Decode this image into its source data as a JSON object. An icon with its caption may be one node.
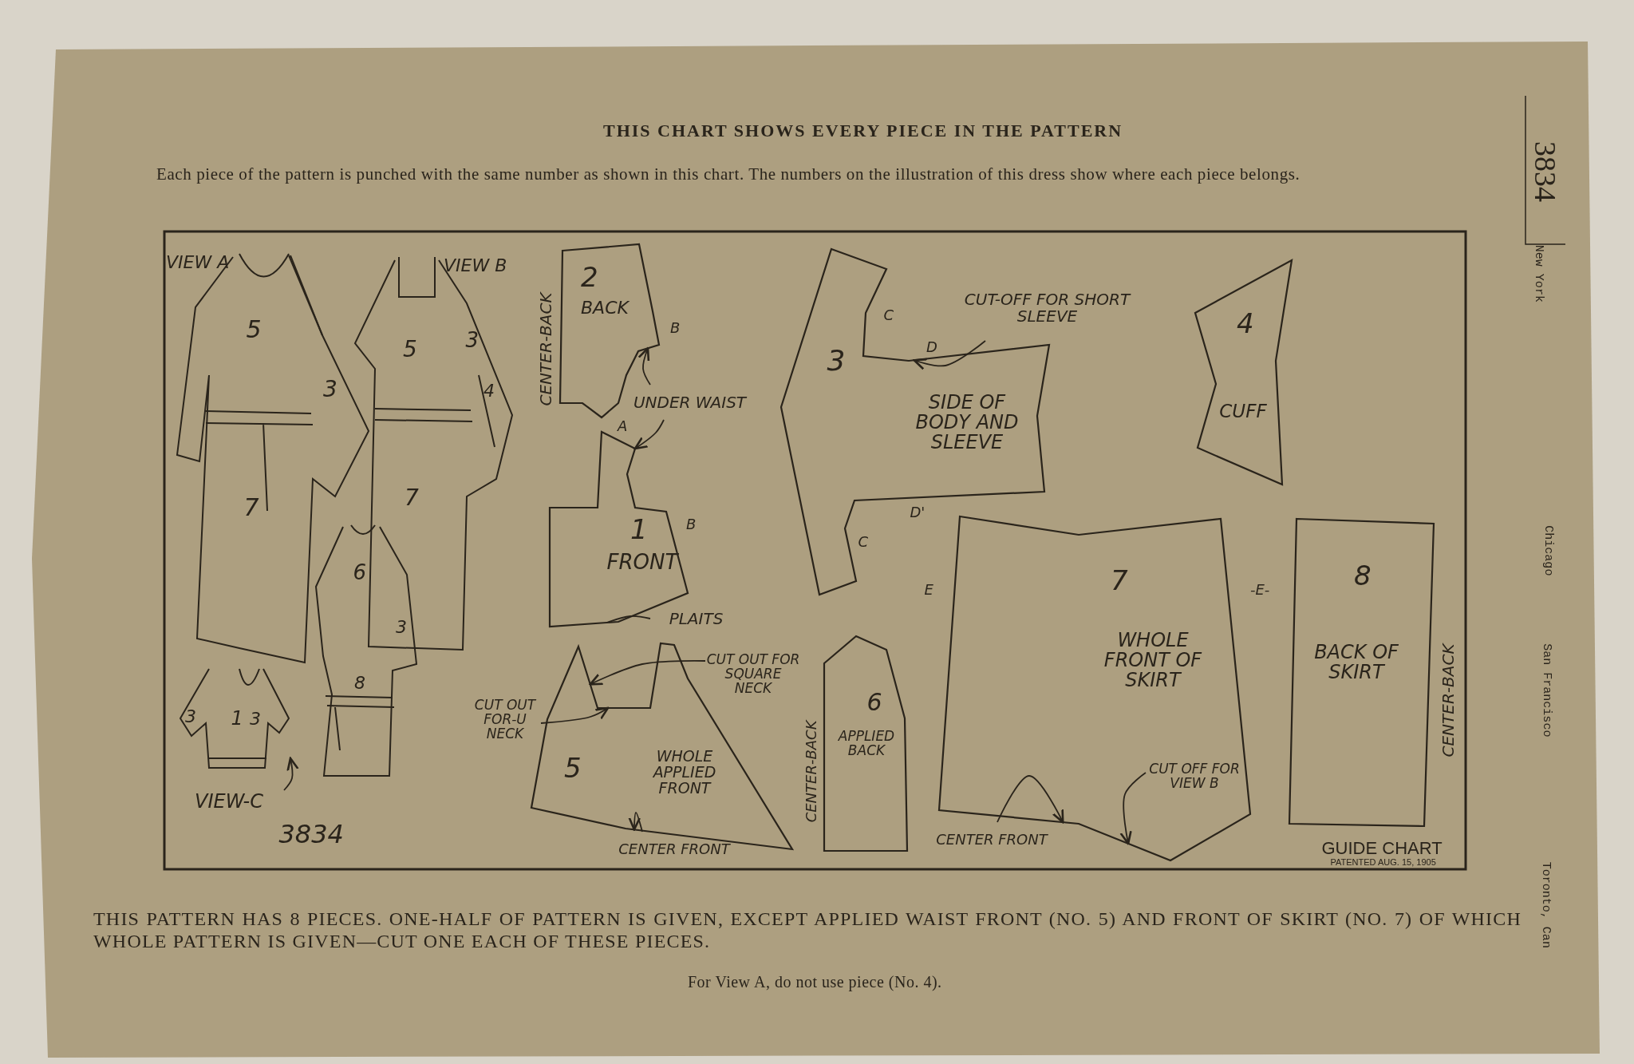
{
  "diagram": {
    "title": "THIS CHART SHOWS EVERY PIECE IN THE PATTERN",
    "nodes": [
      {
        "text": [
          "2",
          "BACK"
        ],
        "beside": [
          "CENTER-BACK"
        ]
      },
      {
        "text": [
          "UNDER WAIST"
        ]
      },
      {
        "text": [
          "1",
          "FRONT"
        ]
      },
      {
        "text": [
          "PLAITS"
        ]
      },
      {
        "text": [
          "3",
          "SIDE OF BODY AND SLEEVE"
        ]
      },
      {
        "text": [
          "CUT-OFF FOR SHORT SLEEVE"
        ]
      },
      {
        "text": [
          "4",
          "CUFF"
        ]
      },
      {
        "text": [
          "CUT OUT FOR SQUARE NECK"
        ]
      },
      {
        "text": [
          "CUT OUT FOR-U NECK"
        ]
      },
      {
        "text": [
          "5",
          "WHOLE APPLIED FRONT"
        ]
      },
      {
        "text": [
          "CENTER FRONT"
        ]
      },
      {
        "text": [
          "6",
          "APPLIED BACK"
        ],
        "beside": [
          "CENTER-BACK"
        ]
      },
      {
        "text": [
          "7",
          "WHOLE FRONT OF SKIRT"
        ]
      },
      {
        "text": [
          "CUT OFF FOR VIEW B"
        ],
        "in": 12
      },
      {
        "text": [
          "CENTER FRONT"
        ]
      },
      {
        "text": [
          "8",
          "BACK OF SKIRT"
        ],
        "beside": [
          "CENTER-BACK"
        ]
      },
      {
        "text": [
          "VIEW-C"
        ]
      },
      {
        "text": [],
        "shape": "picture"
      }
    ],
    "edges": [
      {
        "from": 1,
        "to": 0,
        "arrow": "to"
      },
      {
        "from": 1,
        "to": 2,
        "arrow": "to"
      },
      {
        "from": 3,
        "to": 2,
        "arrow": "none"
      },
      {
        "from": 5,
        "to": 4,
        "arrow": "to"
      },
      {
        "from": 7,
        "to": 9,
        "arrow": "to"
      },
      {
        "from": 8,
        "to": 9,
        "arrow": "to"
      },
      {
        "from": 10,
        "to": 9,
        "arrow": "to"
      },
      {
        "from": 13,
        "to": 12,
        "arrow": "to"
      },
      {
        "from": 14,
        "to": 12,
        "arrow": "to"
      },
      {
        "from": 16,
        "to": 17,
        "arrow": "to"
      }
    ],
    "labels": [
      "Each piece of the pattern is punched with the same number as shown in this chart. The numbers on the illustration of this dress show where each piece belongs.",
      "3834",
      "New York",
      "Chicago",
      "San Francisco",
      "Toronto, Can",
      "VIEW A",
      "VIEW B",
      "5",
      "5",
      "3",
      "3",
      "4",
      "7",
      "7",
      "6",
      "3",
      "8",
      "3",
      "1",
      "3",
      "3834",
      "B",
      "A",
      "B",
      "C",
      "D",
      "D'",
      "C",
      "E",
      "-E-",
      "GUIDE CHART",
      "PATENTED AUG. 15, 1905",
      "THIS PATTERN HAS 8 PIECES. ONE-HALF OF PATTERN IS GIVEN, EXCEPT APPLIED WAIST FRONT (NO. 5) AND FRONT OF SKIRT (NO. 7) OF WHICH WHOLE PATTERN IS GIVEN—CUT ONE EACH OF THESE PIECES.",
      "For View A, do not use piece (No. 4)."
    ]
  }
}
